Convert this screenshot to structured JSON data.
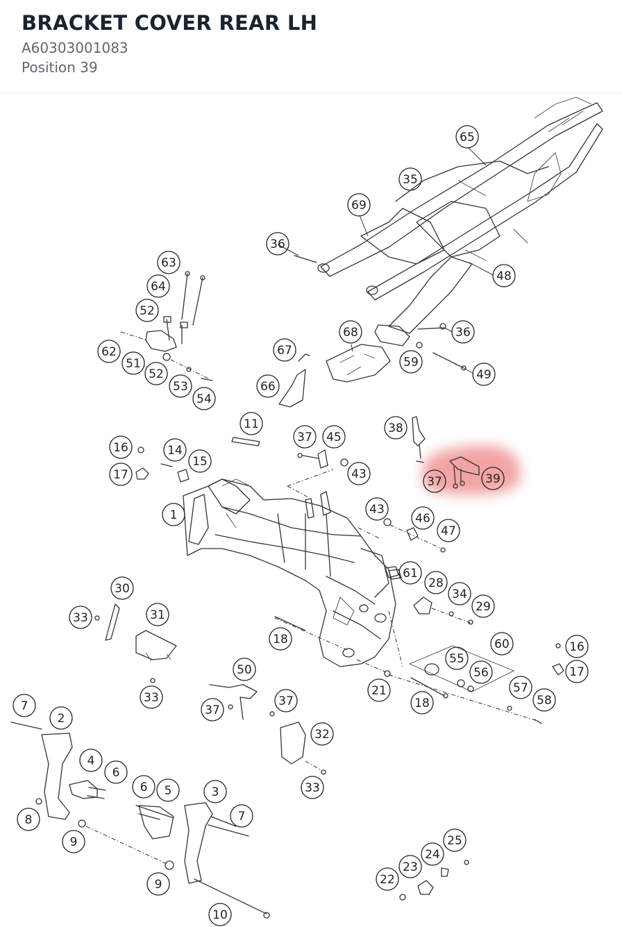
{
  "header": {
    "title": "BRACKET COVER REAR LH",
    "part_number": "A60303001083",
    "position": "Position 39"
  },
  "highlight": {
    "position_label": "39",
    "color": "#e85a5a"
  },
  "callouts": [
    {
      "id": "c65",
      "label": "65"
    },
    {
      "id": "c35",
      "label": "35"
    },
    {
      "id": "c69",
      "label": "69"
    },
    {
      "id": "c36a",
      "label": "36"
    },
    {
      "id": "c48",
      "label": "48"
    },
    {
      "id": "c36b",
      "label": "36"
    },
    {
      "id": "c49",
      "label": "49"
    },
    {
      "id": "c59",
      "label": "59"
    },
    {
      "id": "c68",
      "label": "68"
    },
    {
      "id": "c67",
      "label": "67"
    },
    {
      "id": "c66",
      "label": "66"
    },
    {
      "id": "c63",
      "label": "63"
    },
    {
      "id": "c64",
      "label": "64"
    },
    {
      "id": "c52a",
      "label": "52"
    },
    {
      "id": "c62",
      "label": "62"
    },
    {
      "id": "c51",
      "label": "51"
    },
    {
      "id": "c52b",
      "label": "52"
    },
    {
      "id": "c53",
      "label": "53"
    },
    {
      "id": "c54",
      "label": "54"
    },
    {
      "id": "c11",
      "label": "11"
    },
    {
      "id": "c37a",
      "label": "37"
    },
    {
      "id": "c45",
      "label": "45"
    },
    {
      "id": "c43a",
      "label": "43"
    },
    {
      "id": "c38",
      "label": "38"
    },
    {
      "id": "c37b",
      "label": "37"
    },
    {
      "id": "c39",
      "label": "39"
    },
    {
      "id": "c16a",
      "label": "16"
    },
    {
      "id": "c14",
      "label": "14"
    },
    {
      "id": "c15",
      "label": "15"
    },
    {
      "id": "c17a",
      "label": "17"
    },
    {
      "id": "c1",
      "label": "1"
    },
    {
      "id": "c43b",
      "label": "43"
    },
    {
      "id": "c46",
      "label": "46"
    },
    {
      "id": "c47",
      "label": "47"
    },
    {
      "id": "c61",
      "label": "61"
    },
    {
      "id": "c28",
      "label": "28"
    },
    {
      "id": "c34",
      "label": "34"
    },
    {
      "id": "c29",
      "label": "29"
    },
    {
      "id": "c30",
      "label": "30"
    },
    {
      "id": "c33a",
      "label": "33"
    },
    {
      "id": "c31",
      "label": "31"
    },
    {
      "id": "c18a",
      "label": "18"
    },
    {
      "id": "c60",
      "label": "60"
    },
    {
      "id": "c55",
      "label": "55"
    },
    {
      "id": "c56",
      "label": "56"
    },
    {
      "id": "c16b",
      "label": "16"
    },
    {
      "id": "c17b",
      "label": "17"
    },
    {
      "id": "c33b",
      "label": "33"
    },
    {
      "id": "c50",
      "label": "50"
    },
    {
      "id": "c21",
      "label": "21"
    },
    {
      "id": "c57",
      "label": "57"
    },
    {
      "id": "c58",
      "label": "58"
    },
    {
      "id": "c37c",
      "label": "37"
    },
    {
      "id": "c37d",
      "label": "37"
    },
    {
      "id": "c18b",
      "label": "18"
    },
    {
      "id": "c7a",
      "label": "7"
    },
    {
      "id": "c2",
      "label": "2"
    },
    {
      "id": "c32",
      "label": "32"
    },
    {
      "id": "c4",
      "label": "4"
    },
    {
      "id": "c6a",
      "label": "6"
    },
    {
      "id": "c33c",
      "label": "33"
    },
    {
      "id": "c6b",
      "label": "6"
    },
    {
      "id": "c5",
      "label": "5"
    },
    {
      "id": "c3",
      "label": "3"
    },
    {
      "id": "c7b",
      "label": "7"
    },
    {
      "id": "c8",
      "label": "8"
    },
    {
      "id": "c9a",
      "label": "9"
    },
    {
      "id": "c25",
      "label": "25"
    },
    {
      "id": "c24",
      "label": "24"
    },
    {
      "id": "c23",
      "label": "23"
    },
    {
      "id": "c22",
      "label": "22"
    },
    {
      "id": "c9b",
      "label": "9"
    },
    {
      "id": "c10",
      "label": "10"
    }
  ]
}
